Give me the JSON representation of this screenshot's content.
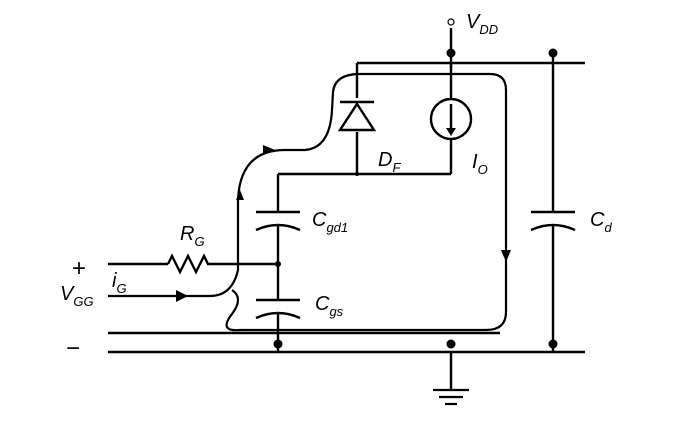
{
  "labels": {
    "vdd": {
      "main": "V",
      "sub": "DD"
    },
    "df": {
      "main": "D",
      "sub": "F"
    },
    "io": {
      "main": "I",
      "sub": "O"
    },
    "cd": {
      "main": "C",
      "sub": "d"
    },
    "cgd1": {
      "main": "C",
      "sub": "gd1"
    },
    "rg": {
      "main": "R",
      "sub": "G"
    },
    "cgs": {
      "main": "C",
      "sub": "gs"
    },
    "ig": {
      "main": "i",
      "sub": "G"
    },
    "vgg": {
      "main": "V",
      "sub": "GG"
    },
    "plus": "+",
    "minus": "−"
  },
  "colors": {
    "wire": "#000000",
    "background": "#ffffff"
  }
}
